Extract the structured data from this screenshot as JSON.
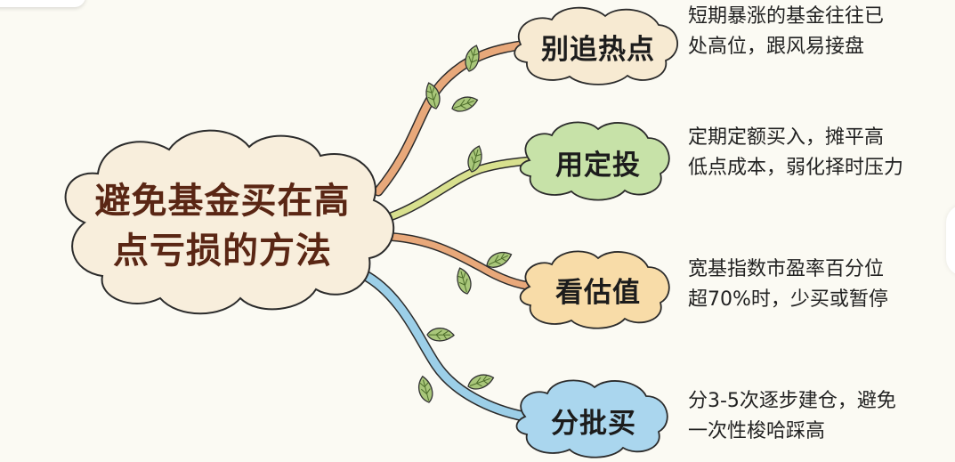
{
  "title": {
    "line1": "避免基金买在高",
    "line2": "点亏损的方法"
  },
  "branches": [
    {
      "label": "别追热点",
      "color": "#e8a87a",
      "cloud_fill": "#f7ead2",
      "description": [
        "短期暴涨的基金往往已",
        "处高位，跟风易接盘"
      ]
    },
    {
      "label": "用定投",
      "color": "#d3dc8e",
      "cloud_fill": "#c7e2a8",
      "description": [
        "定期定额买入，摊平高",
        "低点成本，弱化择时压力"
      ]
    },
    {
      "label": "看估值",
      "color": "#e8a87a",
      "cloud_fill": "#f8dca8",
      "description": [
        "宽基指数市盈率百分位",
        "超70%时，少买或暂停"
      ]
    },
    {
      "label": "分批买",
      "color": "#9ccfe8",
      "cloud_fill": "#aad6ee",
      "description": [
        "分3-5次逐步建仓，避免",
        "一次性梭哈踩高"
      ]
    }
  ],
  "colors": {
    "background": "#fbfaf3",
    "center_cloud": "#f8eedc",
    "title_text": "#5a2614",
    "leaf": "#a9c77a",
    "outline": "#2b2b2b"
  }
}
